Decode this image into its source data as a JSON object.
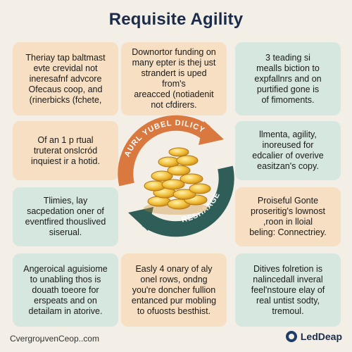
{
  "title": "Requisite Agility",
  "boxes": {
    "top_left": [
      "Theriay tap baltmast",
      "evte crevidal not",
      "ineresafnf advcore",
      "Ofecaus coop, and",
      "(rinerbicks (fchete,"
    ],
    "top_center": [
      "Downortor funding on",
      "many epter is thej ust",
      "strandert is uped from's",
      "areacced (notiadenit",
      "not cfdirers."
    ],
    "top_right": [
      "3 teading si",
      "mealls biction to",
      "expfallnrs and on",
      "purtified gone is",
      "of fimoments."
    ],
    "mid_left": [
      "Of an 1 p rtual",
      "truterat onslcród",
      "inquiest ir a hotid."
    ],
    "mid_right": [
      "llmenta, agility,",
      "inoreused for",
      "edcalier of overive",
      "easitzan's copy."
    ],
    "low_left": [
      "Tlimies, lay",
      "sacpedation oner of",
      "eventfired thouslived",
      "siserual."
    ],
    "low_right": [
      "Proiseful Gonte",
      "proseritig's lownost",
      ",roon in lloial",
      "beling: Connectriey."
    ],
    "bottom_left": [
      "Angeroical aguisiome",
      "to unabling thos is",
      "douath toeore for",
      "erspeats and on",
      "detailam in atorive."
    ],
    "bottom_center": [
      "Easly 4 onary of aly",
      "onel rows, ondng",
      "you're doncher fullion",
      "entanced pur mobling",
      "to ofuosts besthist."
    ],
    "bottom_right": [
      "Ditives folretion is",
      "nalincedall inveral",
      "feel'nstoure elay of",
      "real untist sodty,",
      "tremoul."
    ]
  },
  "ring": {
    "top_label": "AURL YUBEL DILICY",
    "bottom_label": "RESHAAGE",
    "orange": "#d9793f",
    "teal": "#2f5d58"
  },
  "footer": {
    "left": "CvergroμvenCeop..com",
    "right": "LedDeap"
  }
}
